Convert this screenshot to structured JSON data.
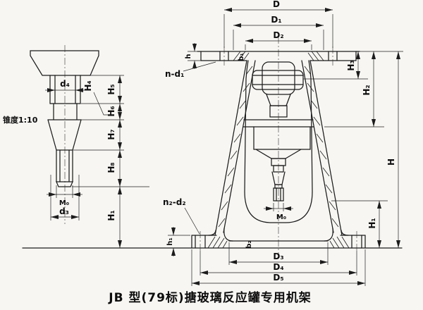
{
  "caption": "JB 型(79标)搪玻璃反应罐专用机架",
  "detail": {
    "taper": "锥度1:10",
    "d4": "d₄",
    "d3": "d₃",
    "m0": "M₀",
    "H4": "H₄",
    "H5": "H₅",
    "H6": "H₆",
    "H7": "H₇",
    "H8": "H₈",
    "H1": "H₁"
  },
  "frame": {
    "D": "D",
    "D1": "D₁",
    "D2": "D₂",
    "D3": "D₃",
    "D4": "D₄",
    "D5": "D₅",
    "H": "H",
    "H1": "H₁",
    "H2": "H₂",
    "H3": "H₃",
    "h": "h",
    "h1": "h₁",
    "b1": "b₁",
    "b2": "b₂",
    "top_bolts": "n-d₁",
    "bottom_bolts": "n₂-d₂",
    "m0": "M₀"
  }
}
